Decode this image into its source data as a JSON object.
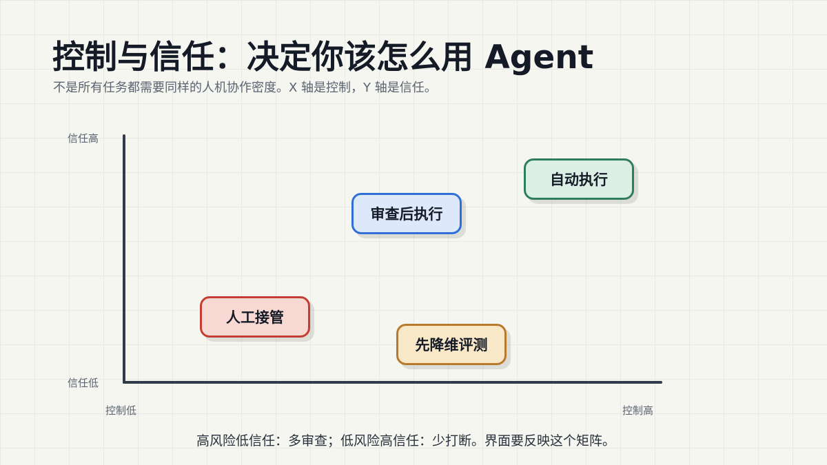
{
  "header": {
    "title": "控制与信任：决定你该怎么用 Agent",
    "subtitle": "不是所有任务都需要同样的人机协作密度。X 轴是控制，Y 轴是信任。"
  },
  "axes": {
    "y_high": "信任高",
    "y_low": "信任低",
    "x_low": "控制低",
    "x_high": "控制高"
  },
  "quadrants": [
    {
      "id": "auto-execute",
      "label": "自动执行",
      "fill": "#dcefe5",
      "border": "#2e7d5b"
    },
    {
      "id": "review-then-execute",
      "label": "审查后执行",
      "fill": "#dde8fb",
      "border": "#2f6fd6"
    },
    {
      "id": "human-takeover",
      "label": "人工接管",
      "fill": "#f8d8d2",
      "border": "#c43d35"
    },
    {
      "id": "downgrade-evaluate",
      "label": "先降维评测",
      "fill": "#f9e8c7",
      "border": "#b8792a"
    }
  ],
  "caption": "高风险低信任：多审查；低风险高信任：少打断。界面要反映这个矩阵。"
}
